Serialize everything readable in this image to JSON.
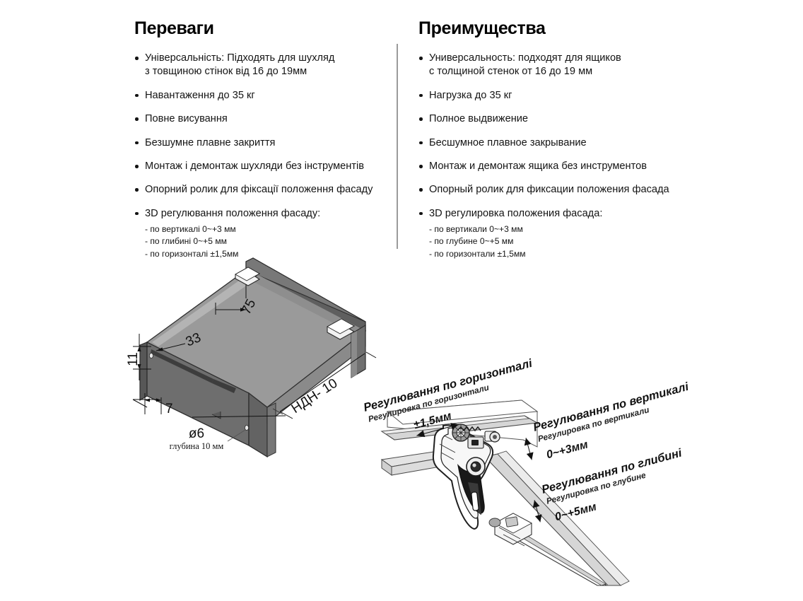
{
  "columns": {
    "ua": {
      "title": "Переваги",
      "items": [
        "Універсальність: Підходять для шухляд\nз товщиною стінок  від 16 до 19мм",
        "Навантаження до 35 кг",
        "Повне висування",
        "Безшумне плавне закриття",
        "Монтаж і демонтаж шухляди без інструментів",
        "Опорний ролик для фіксації положення фасаду",
        "3D регулювання положення фасаду:"
      ],
      "subitems": [
        "- по вертикалі 0~+3 мм",
        "- по глибині 0~+5 мм",
        "- по горизонталі ±1,5мм"
      ]
    },
    "ru": {
      "title": "Преимущества",
      "items": [
        "Универсальность: подходят для ящиков\nс толщиной стенок от 16 до 19 мм",
        "Нагрузка до 35 кг",
        "Полное выдвижение",
        "Бесшумное плавное закрывание",
        "Монтаж и демонтаж ящика без инструментов",
        "Опорный ролик для фиксации положения фасада",
        "3D регулировка положения фасада:"
      ],
      "subitems": [
        "- по вертикали 0~+3 мм",
        "- по глубине 0~+5 мм",
        "- по горизонтали ±1,5мм"
      ]
    }
  },
  "drawing": {
    "dimensions": {
      "height_11": "11",
      "offset_7": "7",
      "offset_33": "33",
      "offset_75": "75",
      "hole_diameter": "ø6",
      "hole_depth": "глубина 10 мм",
      "model_code": "НДН- 10"
    },
    "callouts": [
      {
        "id": "horizontal",
        "ua": "Регулювання по горизонталі",
        "ru": "Регулировка по горизонтали",
        "value": "±1,5мм"
      },
      {
        "id": "vertical",
        "ua": "Регулювання по вертикалі",
        "ru": "Регулировка по вертикали",
        "value": "0~+3мм"
      },
      {
        "id": "depth",
        "ua": "Регулювання по глибині",
        "ru": "Регулировка по глубине",
        "value": "0~+5мм"
      }
    ]
  },
  "colors": {
    "box_top": "#9a9a9a",
    "box_front": "#6e6e6e",
    "box_side": "#8a8a8a",
    "box_edge": "#3a3a3a",
    "panel": "#d9d9d9",
    "divider": "#9b9b9b"
  }
}
